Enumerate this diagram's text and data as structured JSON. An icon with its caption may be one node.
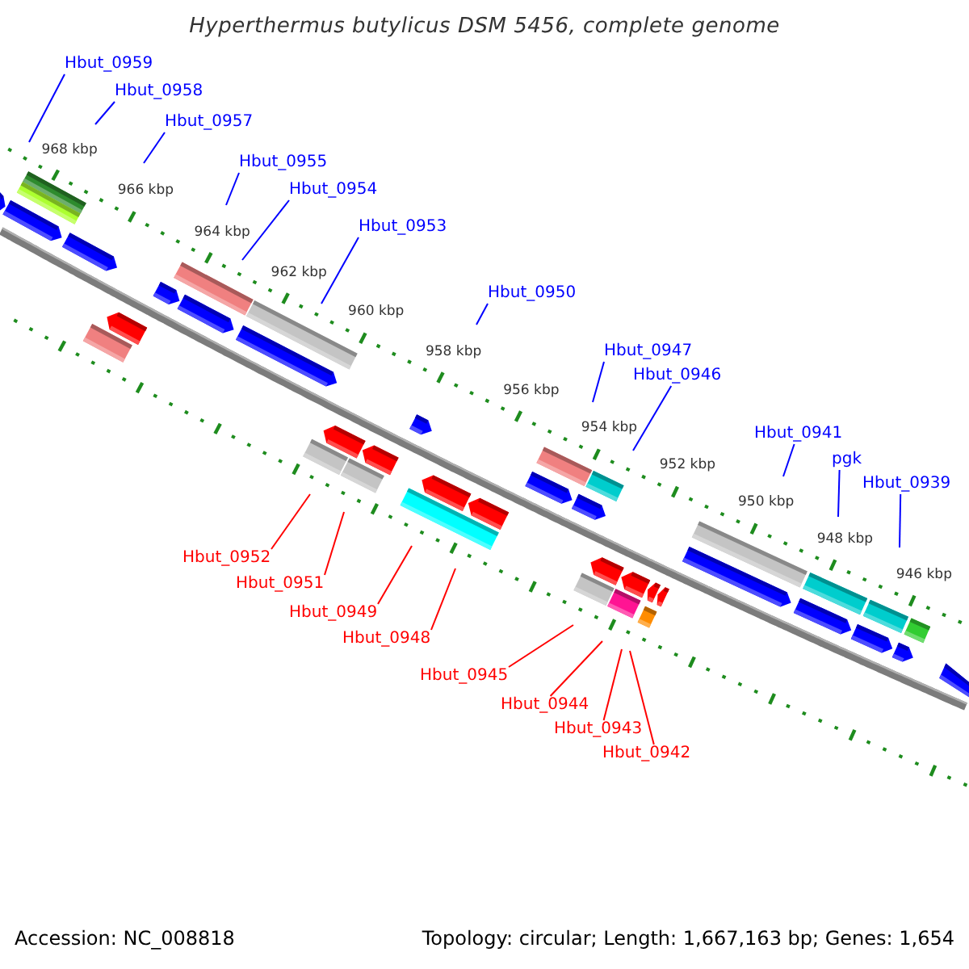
{
  "diagram": {
    "title": "Hyperthermus butylicus DSM 5456, complete genome",
    "nodes": [
      {
        "text": [
          "Hbut_0959"
        ]
      },
      {
        "text": [
          "Hbut_0958"
        ]
      },
      {
        "text": [
          "Hbut_0957"
        ]
      },
      {
        "text": [
          "Hbut_0955"
        ]
      },
      {
        "text": [
          "Hbut_0954"
        ]
      },
      {
        "text": [
          "Hbut_0953"
        ]
      },
      {
        "text": [
          "Hbut_0950"
        ]
      },
      {
        "text": [
          "Hbut_0947"
        ]
      },
      {
        "text": [
          "Hbut_0946"
        ]
      },
      {
        "text": [
          "Hbut_0941"
        ]
      },
      {
        "text": [
          "pgk"
        ]
      },
      {
        "text": [
          "Hbut_0939"
        ]
      },
      {
        "text": [
          "Hbut_0952"
        ]
      },
      {
        "text": [
          "Hbut_0951"
        ]
      },
      {
        "text": [
          "Hbut_0949"
        ]
      },
      {
        "text": [
          "Hbut_0948"
        ]
      },
      {
        "text": [
          "Hbut_0945"
        ]
      },
      {
        "text": [
          "Hbut_0944"
        ]
      },
      {
        "text": [
          "Hbut_0943"
        ]
      },
      {
        "text": [
          "Hbut_0942"
        ]
      }
    ],
    "edges": [
      {
        "from": 0,
        "to": null,
        "arrow": "none"
      },
      {
        "from": 1,
        "to": null,
        "arrow": "none"
      },
      {
        "from": 2,
        "to": null,
        "arrow": "none"
      },
      {
        "from": 3,
        "to": null,
        "arrow": "none"
      },
      {
        "from": 4,
        "to": null,
        "arrow": "none"
      },
      {
        "from": 5,
        "to": null,
        "arrow": "none"
      },
      {
        "from": 6,
        "to": null,
        "arrow": "none"
      },
      {
        "from": 7,
        "to": null,
        "arrow": "none"
      },
      {
        "from": 8,
        "to": null,
        "arrow": "none"
      },
      {
        "from": 9,
        "to": null,
        "arrow": "none"
      },
      {
        "from": 10,
        "to": null,
        "arrow": "none"
      },
      {
        "from": 11,
        "to": null,
        "arrow": "none"
      },
      {
        "from": 12,
        "to": null,
        "arrow": "none",
        "color": "#ff0000"
      },
      {
        "from": 13,
        "to": null,
        "arrow": "none",
        "color": "#ff0000"
      },
      {
        "from": 14,
        "to": null,
        "arrow": "none",
        "color": "#ff0000"
      },
      {
        "from": 15,
        "to": null,
        "arrow": "none",
        "color": "#ff0000"
      },
      {
        "from": 16,
        "to": null,
        "arrow": "none",
        "color": "#ff0000"
      },
      {
        "from": 17,
        "to": null,
        "arrow": "none",
        "color": "#ff0000"
      },
      {
        "from": 18,
        "to": null,
        "arrow": "none",
        "color": "#ff0000"
      },
      {
        "from": 19,
        "to": null,
        "arrow": "none",
        "color": "#ff0000"
      }
    ],
    "labels": [
      "968 kbp",
      "966 kbp",
      "964 kbp",
      "962 kbp",
      "960 kbp",
      "958 kbp",
      "956 kbp",
      "954 kbp",
      "952 kbp",
      "950 kbp",
      "948 kbp",
      "946 kbp",
      "Accession: NC_008818",
      "Topology: circular; Length: 1,667,163 bp; Genes: 1,654"
    ]
  }
}
